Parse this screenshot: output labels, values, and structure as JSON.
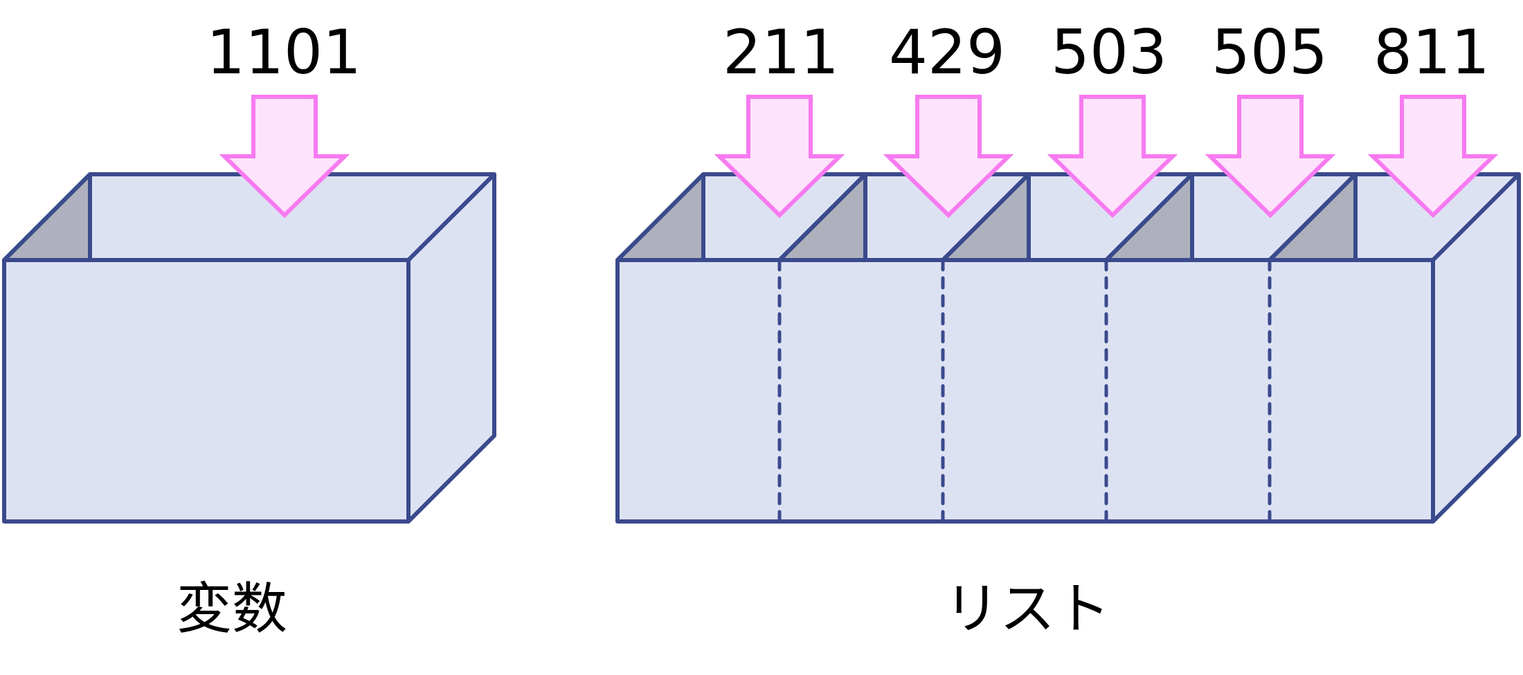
{
  "variable": {
    "value": "1101",
    "caption": "変数"
  },
  "list": {
    "values": [
      "211",
      "429",
      "503",
      "505",
      "811"
    ],
    "caption": "リスト"
  },
  "colors": {
    "box_fill": "#dde2f3",
    "box_stroke": "#3a4a8c",
    "inner_shade": "#aeb1bd",
    "arrow_fill": "#fde3fb",
    "arrow_stroke": "#f77af0"
  }
}
